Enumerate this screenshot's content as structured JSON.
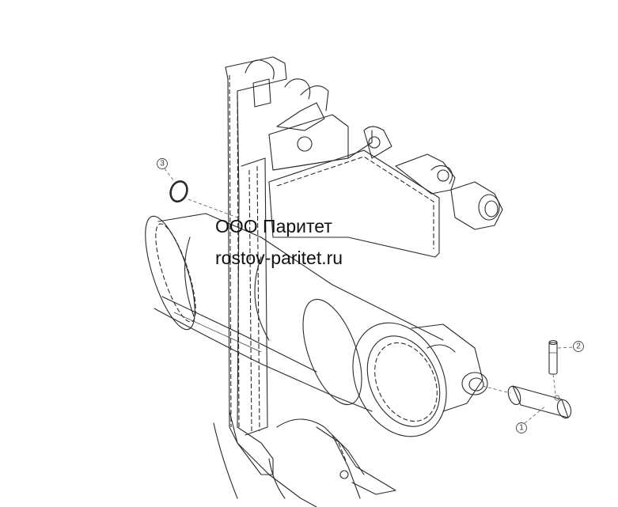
{
  "watermark": {
    "company": "ООО Паритет",
    "site": "rostov-paritet.ru"
  },
  "callouts": [
    {
      "number": "1",
      "part": "pin"
    },
    {
      "number": "2",
      "part": "retaining-pin"
    },
    {
      "number": "3",
      "part": "o-ring"
    }
  ],
  "colors": {
    "line": "#2a2a2a",
    "background": "#ffffff"
  }
}
